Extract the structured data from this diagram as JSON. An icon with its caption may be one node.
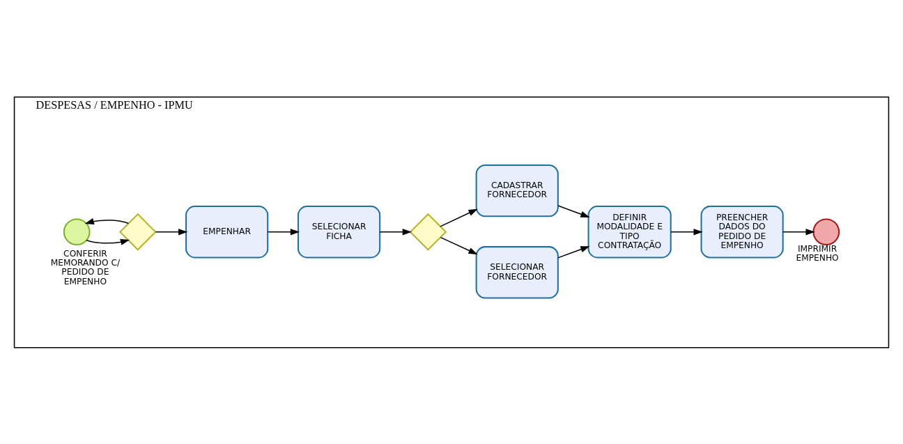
{
  "diagram": {
    "nodes": [
      {
        "text": [
          "DESPESAS / EMPENHO - IPMU"
        ]
      },
      {
        "text": [],
        "shape": "circle",
        "in": 0
      },
      {
        "text": [],
        "shape": "diamond",
        "beside": [
          "CONFERIR MEMORANDO C/ PEDIDO DE EMPENHO"
        ],
        "in": 0
      },
      {
        "text": [
          "EMPENHAR"
        ],
        "in": 0
      },
      {
        "text": [
          "SELECIONAR FICHA"
        ],
        "in": 0
      },
      {
        "text": [],
        "shape": "diamond",
        "in": 0
      },
      {
        "text": [
          "SELECIONAR FORNECEDOR"
        ],
        "in": 0
      },
      {
        "text": [
          "CADASTRAR FORNECEDOR"
        ],
        "in": 0
      },
      {
        "text": [
          "DEFINIR MODALIDADE E TIPO CONTRATAÇÃO"
        ],
        "in": 0
      },
      {
        "text": [
          "PREENCHER DADOS DO PEDIDO DE EMPENHO"
        ],
        "in": 0
      },
      {
        "text": [],
        "shape": "circle",
        "beside": [
          "IMPRIMIR EMPENHO"
        ],
        "in": 0
      }
    ],
    "edges": [
      {
        "from": 1,
        "to": 2,
        "arrow": "to"
      },
      {
        "from": 2,
        "to": 3,
        "arrow": "to"
      },
      {
        "from": 2,
        "to": 1,
        "arrow": "to"
      },
      {
        "from": 3,
        "to": 4,
        "arrow": "to"
      },
      {
        "from": 4,
        "to": 5,
        "arrow": "to"
      },
      {
        "from": 5,
        "to": 6,
        "arrow": "to"
      },
      {
        "from": 5,
        "to": 7,
        "arrow": "to"
      },
      {
        "from": 6,
        "to": 8,
        "arrow": "to"
      },
      {
        "from": 7,
        "to": 8,
        "arrow": "to"
      },
      {
        "from": 8,
        "to": 9,
        "arrow": "to"
      },
      {
        "from": 9,
        "to": 10,
        "arrow": "to"
      }
    ]
  }
}
